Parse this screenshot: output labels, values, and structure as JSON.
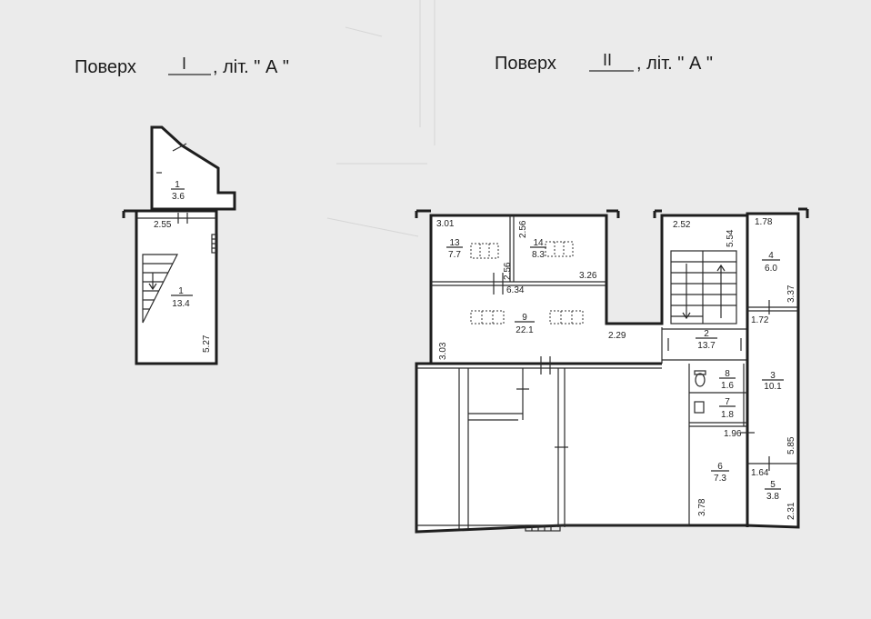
{
  "headers": [
    {
      "word": "Поверх",
      "floor": "I",
      "suffix": ", літ. \" А \""
    },
    {
      "word": "Поверх",
      "floor": "II",
      "suffix": ", літ. \" А \""
    }
  ],
  "rooms": [
    {
      "num": "1",
      "area": "3.6"
    },
    {
      "num": "1",
      "area": "13.4"
    },
    {
      "num": "13",
      "area": "7.7"
    },
    {
      "num": "14",
      "area": "8.3"
    },
    {
      "num": "9",
      "area": "22.1"
    },
    {
      "num": "2",
      "area": "13.7"
    },
    {
      "num": "4",
      "area": "6.0"
    },
    {
      "num": "3",
      "area": "10.1"
    },
    {
      "num": "8",
      "area": "1.6"
    },
    {
      "num": "7",
      "area": "1.8"
    },
    {
      "num": "6",
      "area": "7.3"
    },
    {
      "num": "5",
      "area": "3.8"
    }
  ],
  "dimensions": [
    "2.55",
    "5.27",
    "3.01",
    "2.56",
    "3.26",
    "6.34",
    "2.56",
    "3.03",
    "2.29",
    "2.52",
    "5.54",
    "1.78",
    "3.37",
    "1.72",
    "5.85",
    "1.96",
    "1.64",
    "3.78",
    "2.31"
  ]
}
